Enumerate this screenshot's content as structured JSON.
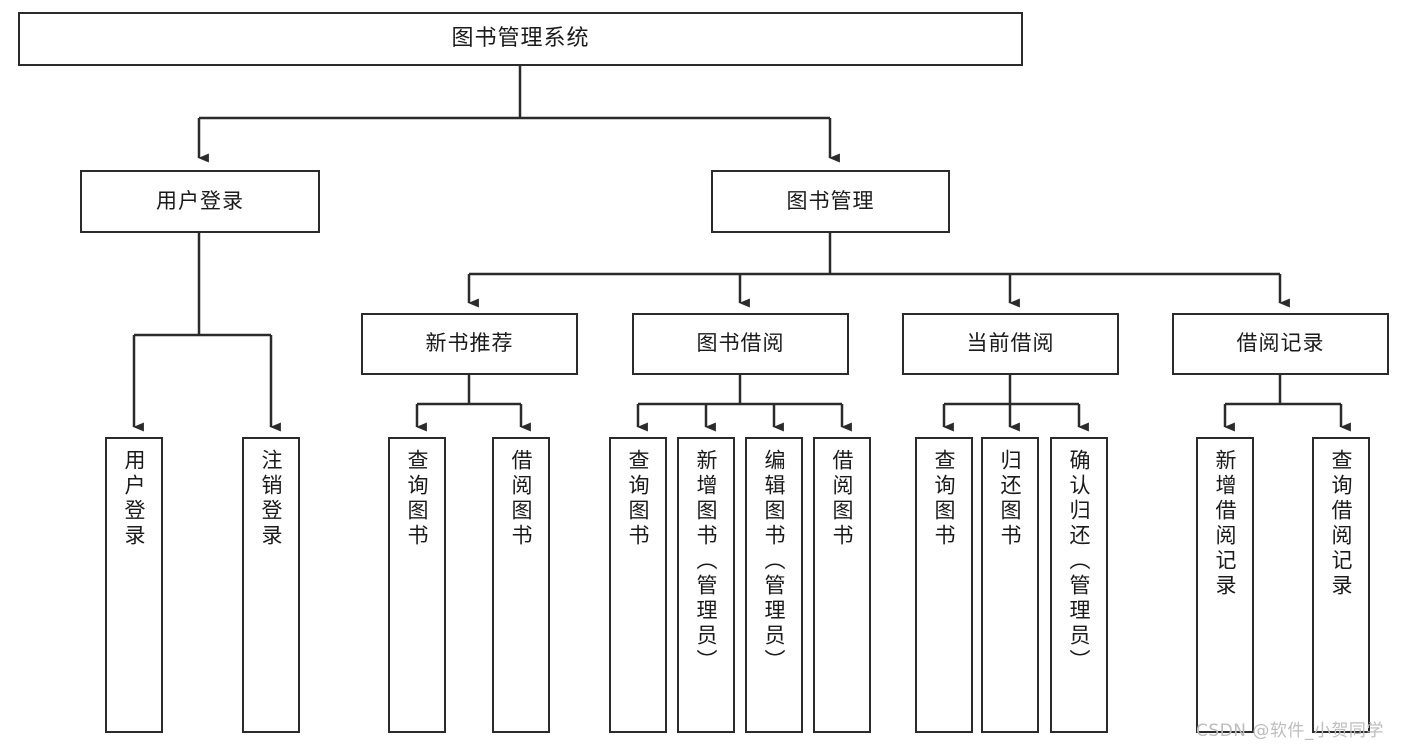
{
  "diagram": {
    "title": "图书管理系统",
    "type": "tree-hierarchy-chart",
    "watermark": "CSDN @软件_小贺同学",
    "colors": {
      "stroke": "#2b2b2b",
      "fill": "#ffffff",
      "text": "#1a1a1a",
      "watermark": "#bdbdbd"
    }
  },
  "nodes": {
    "root": {
      "label": "图书管理系统"
    },
    "level2": [
      {
        "id": "login",
        "label": "用户登录"
      },
      {
        "id": "bookmgmt",
        "label": "图书管理"
      }
    ],
    "level3": [
      {
        "id": "newbook",
        "label": "新书推荐"
      },
      {
        "id": "borrow",
        "label": "图书借阅"
      },
      {
        "id": "current",
        "label": "当前借阅"
      },
      {
        "id": "record",
        "label": "借阅记录"
      }
    ],
    "leaves": {
      "login": [
        {
          "label": "用户登录"
        },
        {
          "label": "注销登录"
        }
      ],
      "newbook": [
        {
          "label": "查询图书"
        },
        {
          "label": "借阅图书"
        }
      ],
      "borrow": [
        {
          "label": "查询图书"
        },
        {
          "label": "新增图书（管理员）"
        },
        {
          "label": "编辑图书（管理员）"
        },
        {
          "label": "借阅图书"
        }
      ],
      "current": [
        {
          "label": "查询图书"
        },
        {
          "label": "归还图书"
        },
        {
          "label": "确认归还（管理员）"
        }
      ],
      "record": [
        {
          "label": "新增借阅记录"
        },
        {
          "label": "查询借阅记录"
        }
      ]
    }
  }
}
